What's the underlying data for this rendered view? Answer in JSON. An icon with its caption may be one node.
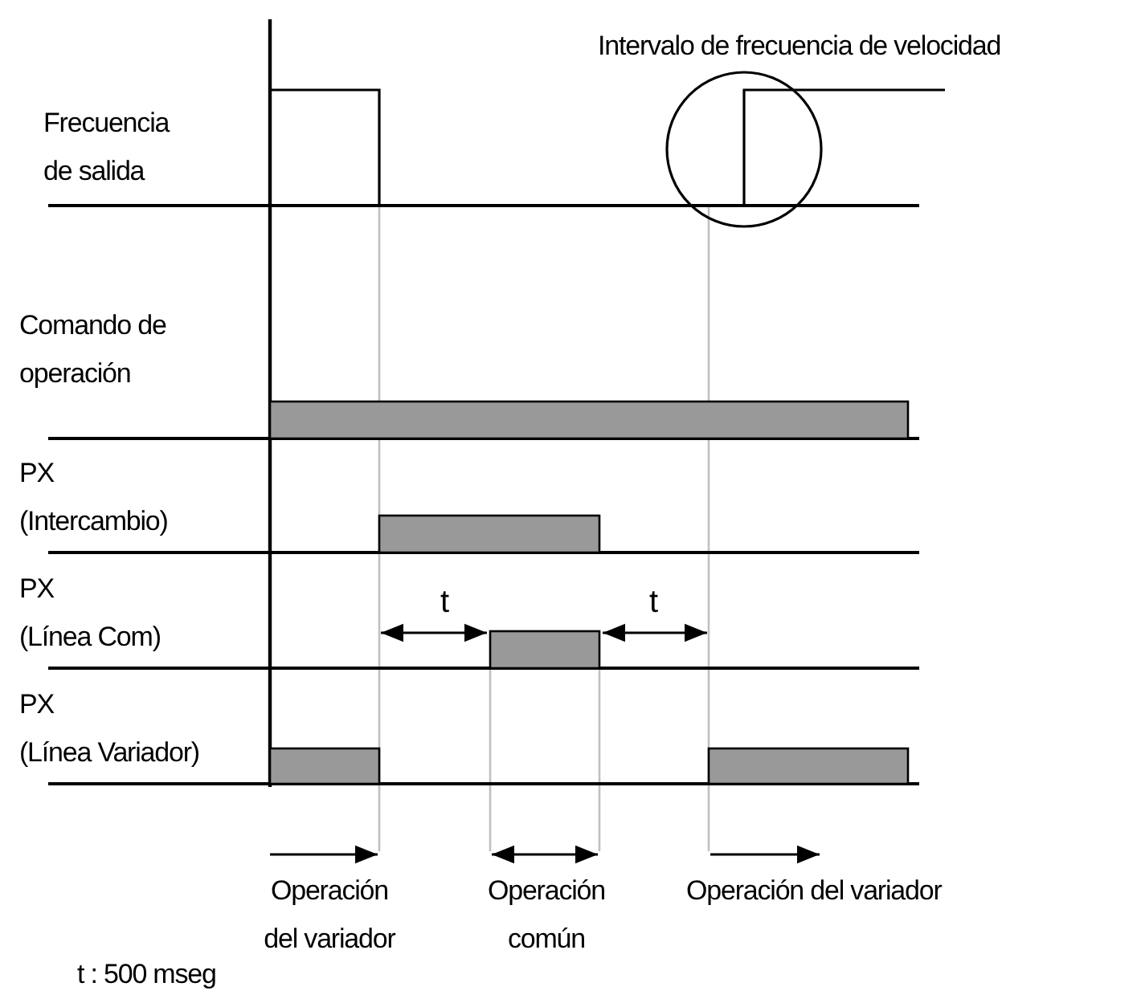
{
  "diagram": {
    "labels": [
      "Intervalo de frecuencia de velocidad",
      "Frecuencia de salida",
      "Comando de operación",
      "PX (Intercambio)",
      "t",
      "t",
      "PX (Línea Com)",
      "PX (Línea Variador)",
      "Operación del variador",
      "Operación común",
      "Operación del variador",
      "t : 500 mseg"
    ]
  }
}
